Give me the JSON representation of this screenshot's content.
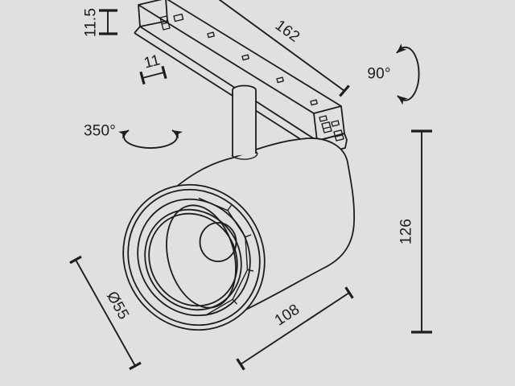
{
  "drawing": {
    "kind": "technical dimension drawing",
    "subject": "track-mounted cylindrical spotlight",
    "background_color": "#e0e0e0",
    "line_color": "#1d1d1d"
  },
  "dimensions": {
    "track_profile_height": "11.5",
    "track_slot_width": "11",
    "track_length": "162",
    "tilt_angle": "90°",
    "rotation_angle": "350°",
    "lens_diameter": "Ø55",
    "body_length": "108",
    "overall_height": "126"
  }
}
